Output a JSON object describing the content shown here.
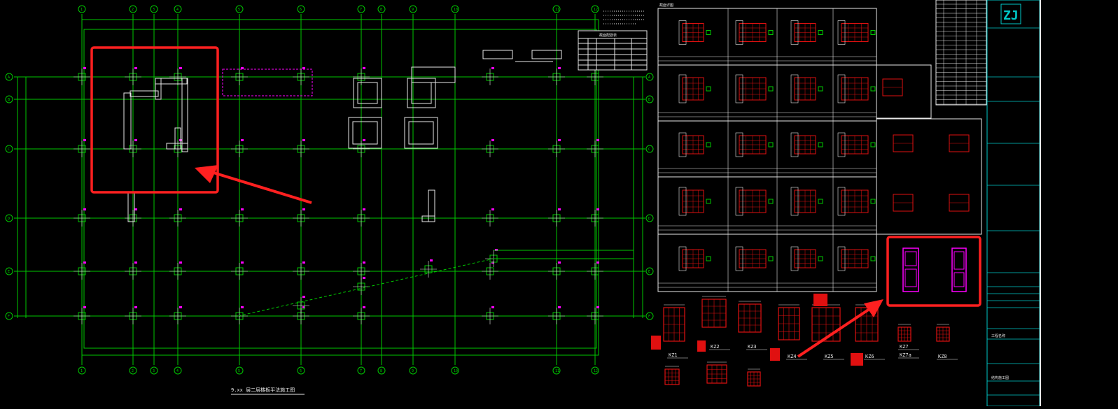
{
  "drawing": {
    "plan_title": "9.xx 层二层楼板平法施工图",
    "legend_title": "截面配筋表",
    "detail_title": "截面详图",
    "grid_x_labels": [
      "1",
      "2",
      "3",
      "4",
      "5",
      "6",
      "7",
      "8",
      "9",
      "10",
      "11",
      "12"
    ],
    "grid_y_labels": [
      "A",
      "B",
      "C",
      "D",
      "E",
      "F"
    ],
    "column_labels": [
      "KZ1",
      "KZ2",
      "KZ3",
      "KZ4",
      "KZ5",
      "KZ6",
      "KZ7",
      "KZ7a",
      "KZ8"
    ],
    "title_block": {
      "logo": "ZJ",
      "project": "工程名称",
      "sheet": "结构施工图"
    }
  },
  "colors": {
    "background": "#000000",
    "grid": "#00c800",
    "lines": "#e8e8e8",
    "highlight": "#ff2020",
    "annotation": "#ff00ff"
  }
}
